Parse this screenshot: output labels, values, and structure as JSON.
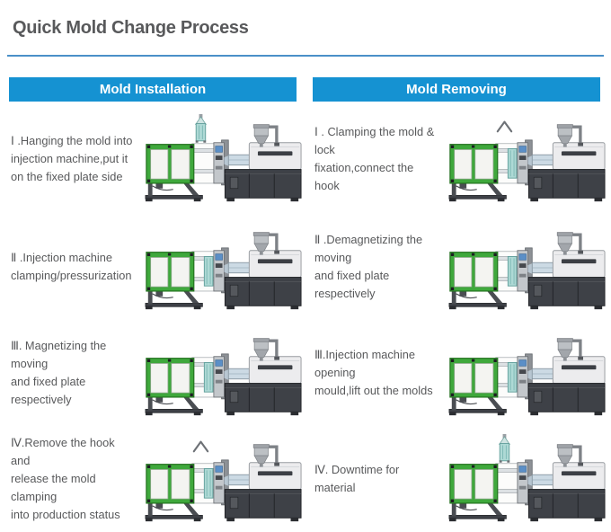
{
  "page": {
    "title": "Quick Mold Change Process"
  },
  "colors": {
    "accent_blue": "#1592d2",
    "divider_blue": "#4a90c8",
    "text_gray": "#58595b",
    "machine_green": "#3fa83c",
    "mold_teal": "#aed9d5",
    "base_dark": "#3e4147"
  },
  "columns": [
    {
      "header": "Mold Installation",
      "steps": [
        {
          "lines": [
            "Ⅰ .Hanging the mold into",
            "injection machine,put it",
            "on the fixed plate side"
          ],
          "machine": {
            "mold_above": true,
            "caret": false,
            "mold_inside": false
          }
        },
        {
          "lines": [
            "Ⅱ .Injection machine",
            "clamping/pressurization"
          ],
          "machine": {
            "mold_above": false,
            "caret": false,
            "mold_inside": true
          }
        },
        {
          "lines": [
            "Ⅲ. Magnetizing the moving",
            "and fixed plate respectively"
          ],
          "machine": {
            "mold_above": false,
            "caret": false,
            "mold_inside": true
          }
        },
        {
          "lines": [
            "Ⅳ.Remove the hook and",
            "release the mold clamping",
            "into production status"
          ],
          "machine": {
            "mold_above": false,
            "caret": true,
            "mold_inside": true
          }
        }
      ]
    },
    {
      "header": "Mold Removing",
      "steps": [
        {
          "lines": [
            "Ⅰ . Clamping the mold & lock",
            "fixation,connect the hook"
          ],
          "machine": {
            "mold_above": false,
            "caret": true,
            "mold_inside": true
          }
        },
        {
          "lines": [
            "Ⅱ .Demagnetizing the moving",
            "and fixed plate respectively"
          ],
          "machine": {
            "mold_above": false,
            "caret": false,
            "mold_inside": true
          }
        },
        {
          "lines": [
            "Ⅲ.Injection machine opening",
            "mould,lift out the molds"
          ],
          "machine": {
            "mold_above": false,
            "caret": false,
            "mold_inside": true
          }
        },
        {
          "lines": [
            "Ⅳ. Downtime for material"
          ],
          "machine": {
            "mold_above": true,
            "caret": false,
            "mold_inside": false
          }
        }
      ]
    }
  ]
}
